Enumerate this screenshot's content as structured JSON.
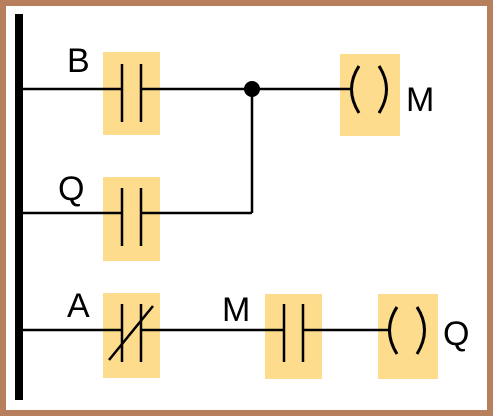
{
  "diagram": {
    "type": "ladder-logic",
    "rungs": [
      {
        "contacts": [
          {
            "label": "B",
            "kind": "normally-open"
          },
          {
            "label": "Q",
            "kind": "normally-open",
            "parallel": true
          }
        ],
        "coil": {
          "label": "M"
        }
      },
      {
        "contacts": [
          {
            "label": "A",
            "kind": "normally-closed"
          },
          {
            "label": "M",
            "kind": "normally-open"
          }
        ],
        "coil": {
          "label": "Q"
        }
      }
    ]
  },
  "colors": {
    "border": "#b87f5d",
    "element_fill": "#fddc8e",
    "wire": "#000000",
    "background": "#ffffff"
  }
}
